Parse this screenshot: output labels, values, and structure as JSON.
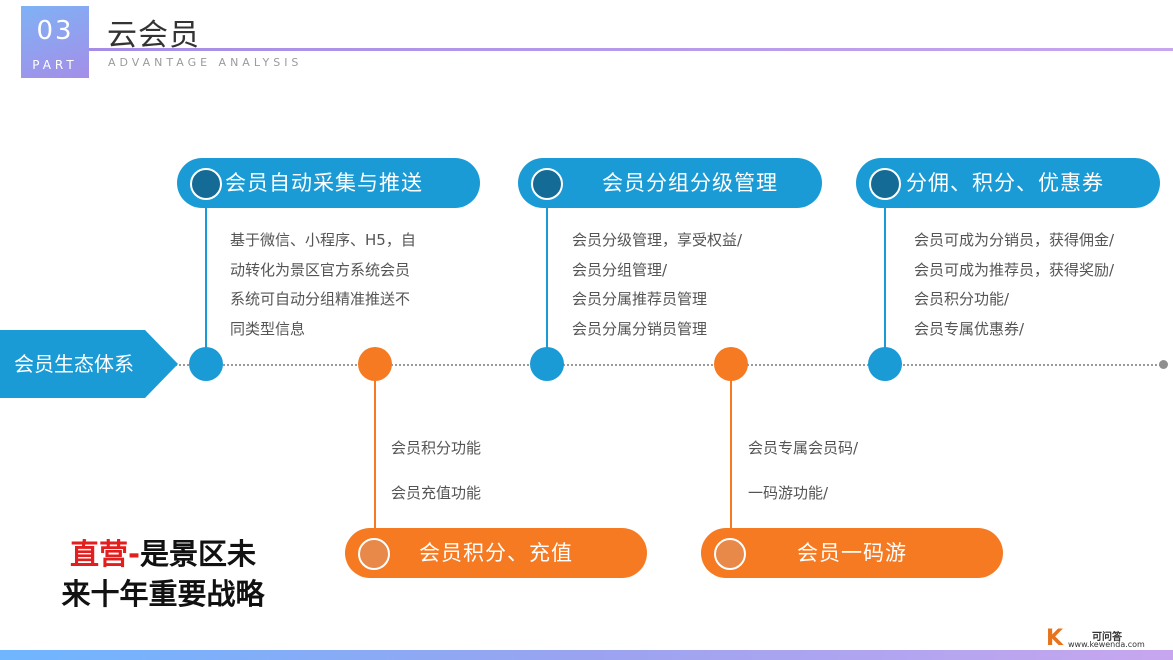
{
  "header": {
    "part_number": "03",
    "part_label": "PART",
    "title": "云会员",
    "subtitle": "ADVANTAGE ANALYSIS"
  },
  "timeline": {
    "label": "会员生态体系"
  },
  "top_items": [
    {
      "title": "会员自动采集与推送",
      "lines": [
        "基于微信、小程序、H5，自",
        "动转化为景区官方系统会员",
        "系统可自动分组精准推送不",
        "同类型信息"
      ]
    },
    {
      "title": "会员分组分级管理",
      "lines": [
        "会员分级管理，享受权益/",
        "会员分组管理/",
        "会员分属推荐员管理",
        "会员分属分销员管理"
      ]
    },
    {
      "title": "分佣、积分、优惠券",
      "lines": [
        "会员可成为分销员，获得佣金/",
        "会员可成为推荐员，获得奖励/",
        "会员积分功能/",
        "会员专属优惠券/"
      ]
    }
  ],
  "bottom_items": [
    {
      "title": "会员积分、充值",
      "lines": [
        "会员积分功能",
        "会员充值功能"
      ]
    },
    {
      "title": "会员一码游",
      "lines": [
        "会员专属会员码/",
        "一码游功能/"
      ]
    }
  ],
  "slogan": {
    "highlight": "直营-",
    "line1_rest": "是景区未",
    "line2": "来十年重要战略"
  },
  "watermark": {
    "logo": "K",
    "name": "可问答",
    "url": "www.kewenda.com"
  },
  "colors": {
    "blue": "#1a9bd6",
    "orange": "#f57a22",
    "accent_purple": "#a58de6",
    "slogan_red": "#e21e1e"
  }
}
